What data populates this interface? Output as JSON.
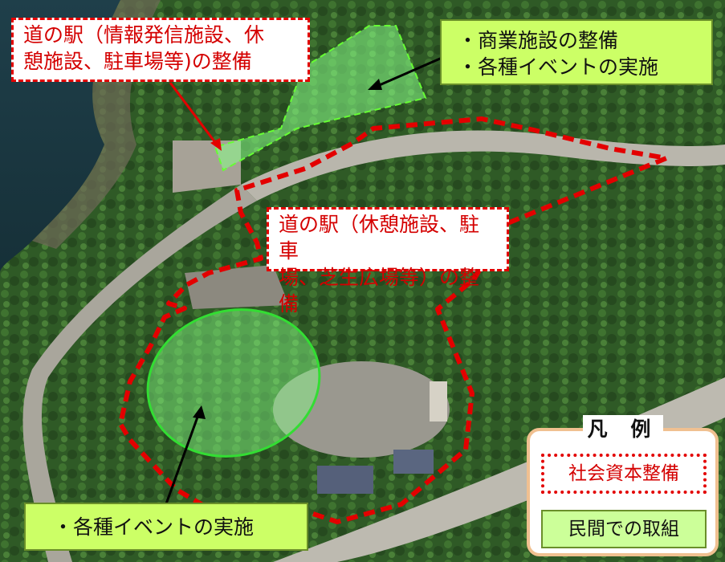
{
  "callouts": {
    "michi_no_eki_info": "道の駅（情報発信施設、休憩施設、駐車場等)の整備",
    "michi_no_eki_info_line1": "道の駅（情報発信施設、休",
    "michi_no_eki_info_line2": "憩施設、駐車場等)の整備",
    "commercial_line1": "・商業施設の整備",
    "commercial_line2": "・各種イベントの実施",
    "michi_no_eki_rest_line1": "道の駅（休憩施設、駐車",
    "michi_no_eki_rest_line2": "場、芝生広場等）の整備",
    "events": "・各種イベントの実施"
  },
  "legend": {
    "title": "凡 例",
    "social_capital": "社会資本整備",
    "private_initiative": "民間での取組"
  },
  "colors": {
    "dashed_boundary": "#e30000",
    "green_area": "#66ff66",
    "callout_green_bg": "#ccff66",
    "legend_border": "#f0c090"
  }
}
